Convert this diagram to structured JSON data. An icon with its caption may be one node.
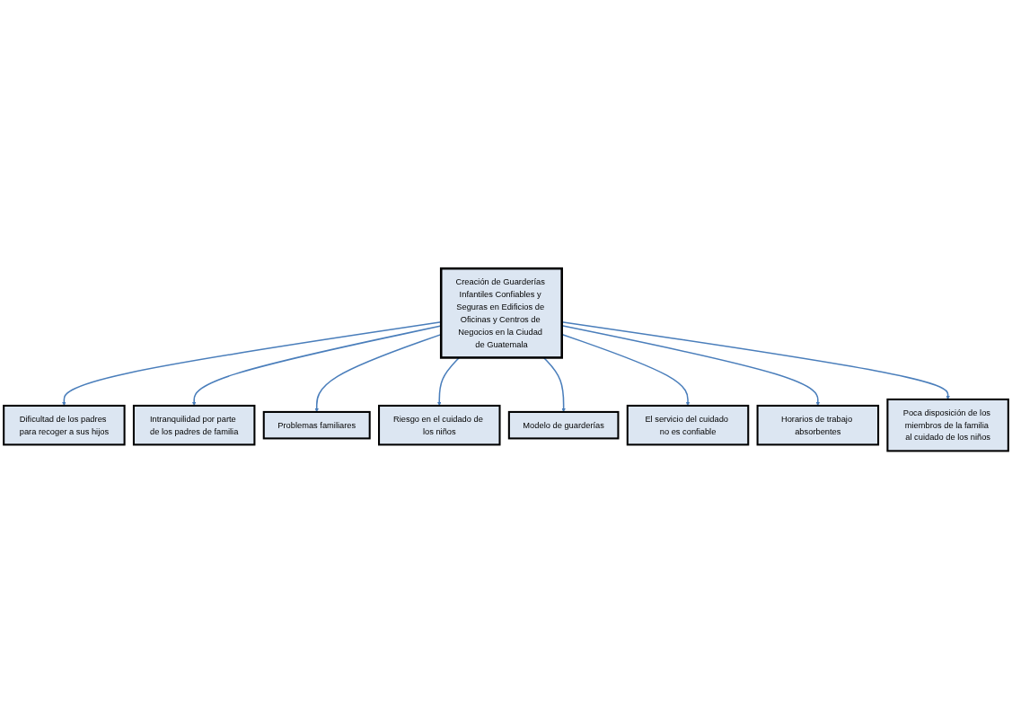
{
  "diagram": {
    "nodes": [
      {
        "text": [
          "Dificultad de los padres para recoger a sus hijos"
        ]
      },
      {
        "text": [
          "Intranquilidad por parte de los padres de familia"
        ]
      },
      {
        "text": [
          "Problemas familiares"
        ]
      },
      {
        "text": [
          "Riesgo en el cuidado de los niños"
        ]
      },
      {
        "text": [
          "Creación de Guarderías Infantiles Confiables y Seguras en Edificios de Oficinas y Centros de Negocios en la Ciudad de Guatemala"
        ]
      },
      {
        "text": [
          "Modelo de guarderías"
        ]
      },
      {
        "text": [
          "El servicio del cuidado no es confiable"
        ]
      },
      {
        "text": [
          "Horarios de trabajo absorbentes"
        ]
      },
      {
        "text": [
          "Poca disposición de los miembros de la familia al cuidado de los niños"
        ]
      }
    ],
    "edges": [
      {
        "from": 4,
        "to": 0,
        "arrow": "to"
      },
      {
        "from": 4,
        "to": 1,
        "arrow": "to"
      },
      {
        "from": 4,
        "to": 2,
        "arrow": "to"
      },
      {
        "from": 4,
        "to": 3,
        "arrow": "to"
      },
      {
        "from": 4,
        "to": 5,
        "arrow": "to"
      },
      {
        "from": 4,
        "to": 6,
        "arrow": "to"
      },
      {
        "from": 4,
        "to": 7,
        "arrow": "to"
      },
      {
        "from": 4,
        "to": 8,
        "arrow": "to"
      }
    ]
  }
}
